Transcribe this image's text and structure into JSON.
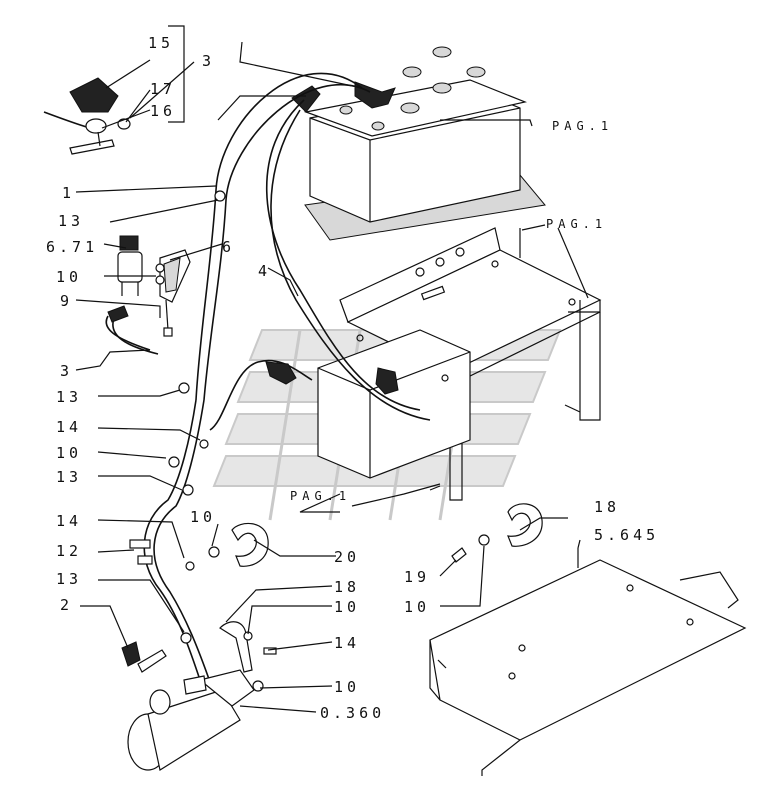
{
  "diagram": {
    "part_labels": {
      "l15": "15",
      "l3a": "3",
      "l17": "17",
      "l16": "16",
      "l1": "1",
      "l13a": "13",
      "l671": "6.71",
      "l6": "6",
      "l10a": "10",
      "l9": "9",
      "l4": "4",
      "l3b": "3",
      "l13b": "13",
      "l14a": "14",
      "l10b": "10",
      "l13c": "13",
      "l14b": "14",
      "l10c": "10",
      "l12": "12",
      "l20": "20",
      "l13d": "13",
      "l2": "2",
      "l18a": "18",
      "l10d": "10",
      "l14c": "14",
      "l10e": "10",
      "l0360": "0.360",
      "l18b": "18",
      "l19": "19",
      "l10f": "10",
      "l5645": "5.645"
    },
    "page_refs": {
      "pag_battery": "PAG.1",
      "pag_tray": "PAG.1",
      "pag_lower": "PAG.1"
    }
  }
}
